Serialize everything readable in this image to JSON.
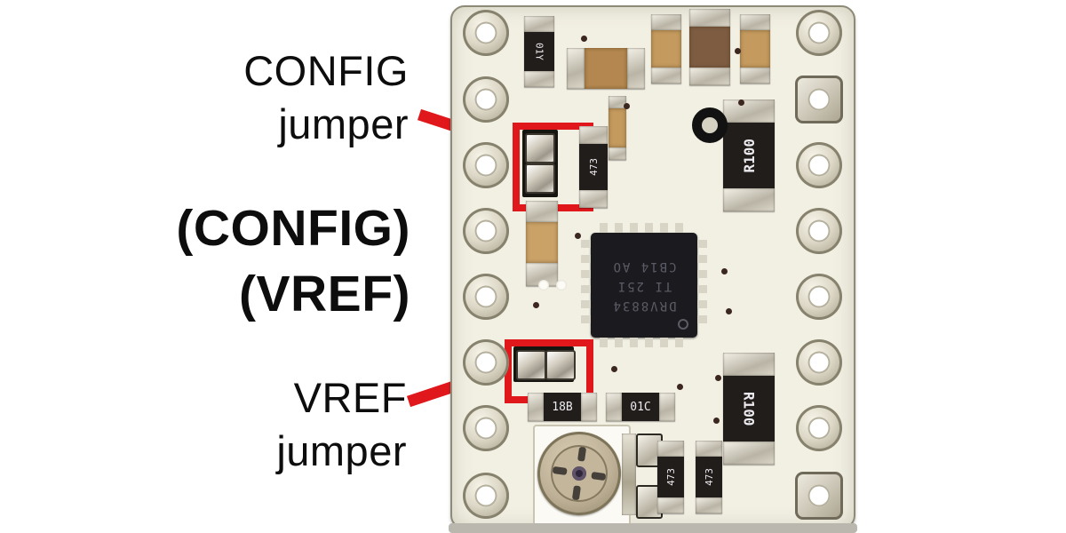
{
  "colors": {
    "red": "#e0171b",
    "board": "#f2f0e3",
    "board_edge": "#8d8a77",
    "chip": "#1b1a1e"
  },
  "annotations": {
    "config_jumper": {
      "line1": "CONFIG",
      "line2": "jumper"
    },
    "config_paren": "(CONFIG)",
    "vref_paren": "(VREF)",
    "vref_jumper": {
      "line1": "VREF",
      "line2": "jumper"
    }
  },
  "chip": {
    "line1": "DRV8834",
    "line2": "TI 25I",
    "line3": "CB14 AO"
  },
  "markings": {
    "r100_top": "R100",
    "r100_bottom": "R100",
    "res_01y": "01Y",
    "res_473_a": "473",
    "res_473_b": "473",
    "res_473_c": "473",
    "res_18b": "18B",
    "res_01c": "01C"
  }
}
